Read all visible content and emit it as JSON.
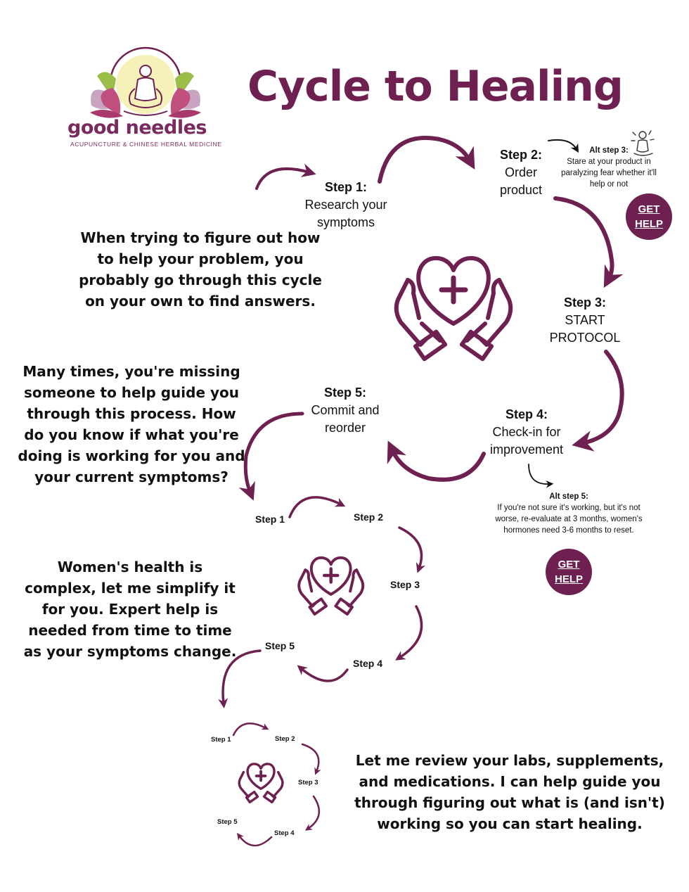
{
  "title": "Cycle to Healing",
  "logo": {
    "name": "good needles",
    "tagline": "ACUPUNCTURE & CHINESE HERBAL MEDICINE"
  },
  "accent_color": "#6e2150",
  "large_cycle": {
    "step1": {
      "label": "Step 1:",
      "text": "Research your symptoms"
    },
    "step2": {
      "label": "Step 2:",
      "text": "Order product"
    },
    "alt_step3": {
      "label": "Alt step 3:",
      "text": "Stare at your product in paralyzing fear whether it'll help or not"
    },
    "step3": {
      "label": "Step 3:",
      "text": "START PROTOCOL"
    },
    "step4": {
      "label": "Step 4:",
      "text": "Check-in for improvement"
    },
    "step5": {
      "label": "Step 5:",
      "text": "Commit and reorder"
    },
    "alt_step5": {
      "label": "Alt step 5:",
      "text": "If you're not sure it's working, but it's not worse, re-evaluate at 3 months, women's hormones need 3-6 months to reset."
    }
  },
  "help_button_label": "GET HELP",
  "paragraphs": {
    "p1": "When trying to figure out how to help your problem, you probably go through this cycle on your own to find answers.",
    "p2": "Many times, you're missing someone to help guide you through this process. How do you know if what you're doing is working for you and your current symptoms?",
    "p3": "Women's health is complex, let me simplify it for you. Expert help is needed from time to time as your symptoms change.",
    "p4": "Let me review your labs, supplements, and medications. I can help guide you through figuring out what is (and isn't) working so you can start healing."
  },
  "mini_cycle_steps": [
    "Step 1",
    "Step 2",
    "Step 3",
    "Step 4",
    "Step 5"
  ],
  "icons": [
    "lotus-meditation-logo-icon",
    "heart-hands-icon",
    "anxious-person-icon",
    "curved-arrow-icon"
  ]
}
